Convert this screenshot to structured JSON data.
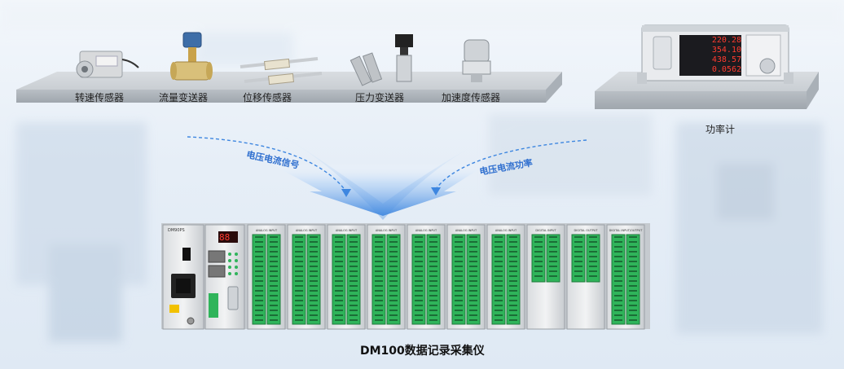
{
  "sensors": [
    {
      "label": "转速传感器"
    },
    {
      "label": "流量变送器"
    },
    {
      "label": "位移传感器"
    },
    {
      "label": "压力变送器"
    },
    {
      "label": "加速度传感器"
    }
  ],
  "power_meter": {
    "label": "功率计",
    "readings": [
      "220.28",
      "354.10",
      "438.57",
      "0.0562"
    ]
  },
  "flows": {
    "left": "电压电流信号",
    "right": "电压电流功率"
  },
  "recorder": {
    "caption": "DM100数据记录采集仪",
    "power_module_label": "DM90PS",
    "display_value": "88",
    "module_tags": [
      "ANALOG INPUT",
      "ANALOG INPUT",
      "ANALOG INPUT",
      "ANALOG INPUT",
      "ANALOG INPUT",
      "ANALOG INPUT",
      "ANALOG INPUT",
      "DIGITAL INPUT",
      "DIGITAL OUTPUT",
      "DIGITAL INPUT/OUTPUT"
    ]
  },
  "colors": {
    "terminal_green": "#2fb45a",
    "flow_blue": "#3d86e0",
    "display_red": "#ff3b2f"
  }
}
